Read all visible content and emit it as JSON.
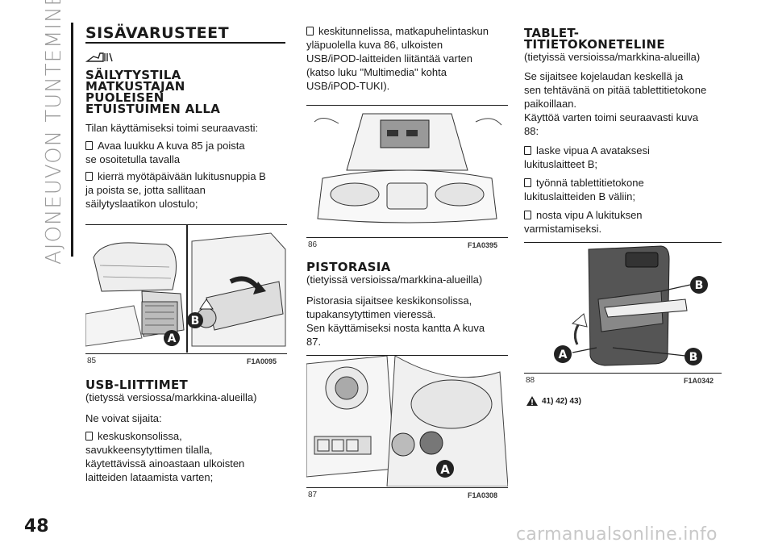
{
  "side_title": "AJONEUVON TUNTEMINEN",
  "page_number": "48",
  "watermark": "carmanualsonline.info",
  "col1": {
    "heading": "SISÄVARUSTEET",
    "sub1": [
      "SÄILYTYSTILA",
      "MATKUSTAJAN",
      "PUOLEISEN",
      "ETUISTUIMEN ALLA"
    ],
    "intro": "Tilan käyttämiseksi toimi seuraavasti:",
    "b1": [
      "Avaa luukku A kuva 85 ja poista",
      "se osoitetulla tavalla"
    ],
    "b2": [
      "kierrä myötäpäivään lukitusnuppia B",
      "ja poista se, jotta sallitaan",
      "säilytyslaatikon ulostulo;"
    ],
    "fig_num": "85",
    "fig_code": "F1A0095",
    "label_a": "A",
    "label_b": "B",
    "sub2": "USB-LIITTIMET",
    "sub2_note": "(tietyssä versiossa/markkina-alueilla)",
    "p2": "Ne voivat sijaita:",
    "b3": [
      "keskuskonsolissa,",
      "savukkeensytyttimen tilalla,",
      "käytettävissä ainoastaan ulkoisten",
      "laitteiden lataamista varten;"
    ]
  },
  "col2": {
    "b1": [
      "keskitunnelissa, matkapuhelintaskun",
      "yläpuolella kuva 86, ulkoisten",
      "USB/iPOD-laitteiden liitäntää varten",
      "(katso luku \"Multimedia\" kohta",
      "USB/iPOD-TUKI)."
    ],
    "fig86_num": "86",
    "fig86_code": "F1A0395",
    "sub": "PISTORASIA",
    "sub_note": "(tietyissä versioissa/markkina-alueilla)",
    "p": [
      "Pistorasia sijaitsee keskikonsolissa,",
      "tupakansytyttimen vieressä.",
      "Sen käyttämiseksi nosta kantta A kuva",
      "87."
    ],
    "fig87_num": "87",
    "fig87_code": "F1A0308",
    "label_a": "A"
  },
  "col3": {
    "sub": [
      "TABLET-",
      "TITIETOKONETELINE"
    ],
    "sub_note": "(tietyissä versioissa/markkina-alueilla)",
    "p": [
      "Se sijaitsee kojelaudan keskellä ja",
      "sen tehtävänä on pitää tablettitietokone",
      "paikoillaan.",
      "Käyttöä varten toimi seuraavasti kuva",
      "88:"
    ],
    "b1": [
      "laske vipua A avataksesi",
      "lukituslaitteet B;"
    ],
    "b2": [
      "työnnä tablettitietokone",
      "lukituslaitteiden B väliin;"
    ],
    "b3": [
      "nosta vipu A lukituksen",
      "varmistamiseksi."
    ],
    "fig_num": "88",
    "fig_code": "F1A0342",
    "label_a": "A",
    "label_b": "B",
    "warn_refs": "41) 42) 43)"
  }
}
